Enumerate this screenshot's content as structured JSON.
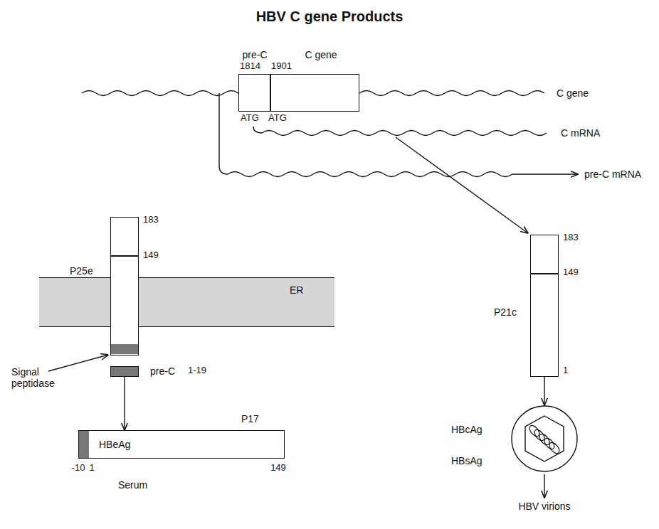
{
  "diagram": {
    "title": "HBV C gene Products",
    "nodes": [
      {
        "text": [
          "pre-C",
          "C gene"
        ]
      },
      {
        "text": [
          "P25e",
          "183",
          "149"
        ]
      },
      {
        "text": [
          "ER"
        ]
      },
      {
        "text": [
          "pre-C",
          "1-19"
        ]
      },
      {
        "text": [
          "HBeAg",
          "P17"
        ]
      },
      {
        "text": [
          "P21c",
          "183",
          "149",
          "1"
        ]
      },
      {
        "text": [
          "HBcAg",
          "HBsAg"
        ]
      }
    ],
    "edges": [
      {
        "from": 3,
        "to": 4,
        "arrow": "to"
      },
      {
        "from": 5,
        "to": 6,
        "arrow": "to"
      }
    ],
    "labels": [
      "1814",
      "1901",
      "ATG",
      "ATG",
      "C gene",
      "C mRNA",
      "pre-C mRNA",
      "Signal peptidase",
      "-10",
      "1",
      "149",
      "Serum",
      "HBV virions"
    ]
  }
}
